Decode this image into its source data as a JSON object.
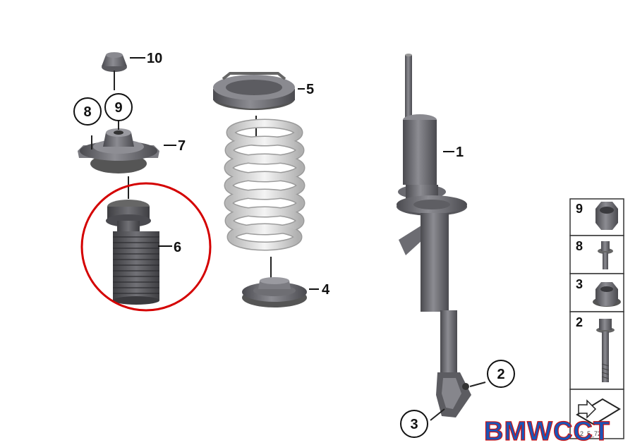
{
  "callouts": {
    "c1": "1",
    "c2": "2",
    "c3": "3",
    "c4": "4",
    "c5": "5",
    "c6": "6",
    "c7": "7",
    "c8": "8",
    "c9": "9",
    "c10": "10"
  },
  "legend": {
    "row9": "9",
    "row8": "8",
    "row3": "3",
    "row2": "2"
  },
  "watermark": "BMWCCT",
  "diagram_code": "2_5_72",
  "colors": {
    "part_dark": "#5a5a5f",
    "part_mid": "#77777c",
    "part_light": "#9a9aa0",
    "spring": "#e4e4e4",
    "highlight_ring": "#d40000",
    "watermark_blue": "#1a55b8",
    "watermark_red": "#cc1111"
  }
}
